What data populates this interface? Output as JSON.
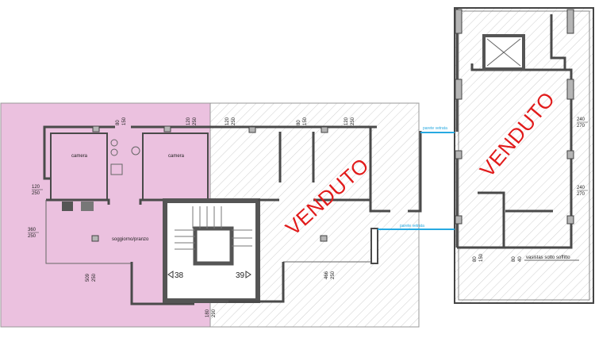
{
  "plan": {
    "colors": {
      "highlight_unit": "#ebc1df",
      "walls": "#4a4a4a",
      "sold_stamp": "#e11b1b",
      "glass_wall": "#27a9e1",
      "hatch": "#c9c9c9"
    },
    "rooms": {
      "camera_left": "camera",
      "camera_right": "camera",
      "living": "soggiorno/pranzo"
    },
    "stairs": {
      "left_number": "38",
      "right_number": "39"
    },
    "sold_labels": [
      "VENDUTO",
      "VENDUTO"
    ],
    "glass_walls": [
      "parete vetrata",
      "parete vetrata"
    ],
    "skylight_note": "vasistas sotto soffitto",
    "dimensions": [
      {
        "top": "80",
        "bottom": "150"
      },
      {
        "top": "120",
        "bottom": "250"
      },
      {
        "top": "120",
        "bottom": "250"
      },
      {
        "top": "360",
        "bottom": "250"
      },
      {
        "top": "509",
        "bottom": "250"
      },
      {
        "top": "180",
        "bottom": "290"
      },
      {
        "top": "120",
        "bottom": "250"
      },
      {
        "top": "80",
        "bottom": "150"
      },
      {
        "top": "120",
        "bottom": "250"
      },
      {
        "top": "466",
        "bottom": "250"
      },
      {
        "top": "240",
        "bottom": "270"
      },
      {
        "top": "240",
        "bottom": "270"
      },
      {
        "top": "80",
        "bottom": "150"
      },
      {
        "top": "80",
        "bottom": "40"
      }
    ]
  }
}
